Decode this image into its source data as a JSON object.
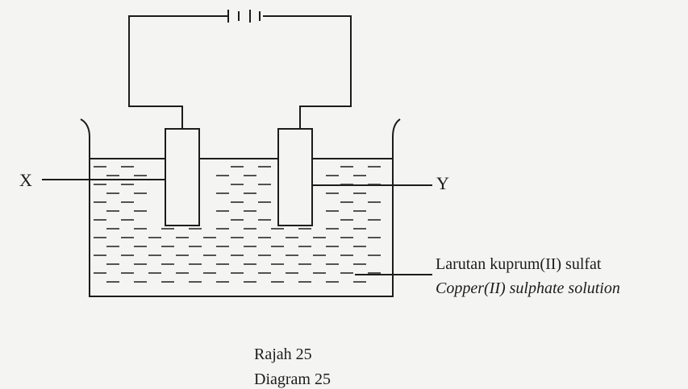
{
  "electrode_labels": {
    "left": "X",
    "right": "Y"
  },
  "solution_label": {
    "malay": "Larutan kuprum(II) sulfat",
    "english": "Copper(II) sulphate solution"
  },
  "figure_caption": {
    "malay": "Rajah 25",
    "english": "Diagram 25"
  },
  "colors": {
    "ink": "#1c1c1c",
    "paper": "#f4f4f2"
  }
}
